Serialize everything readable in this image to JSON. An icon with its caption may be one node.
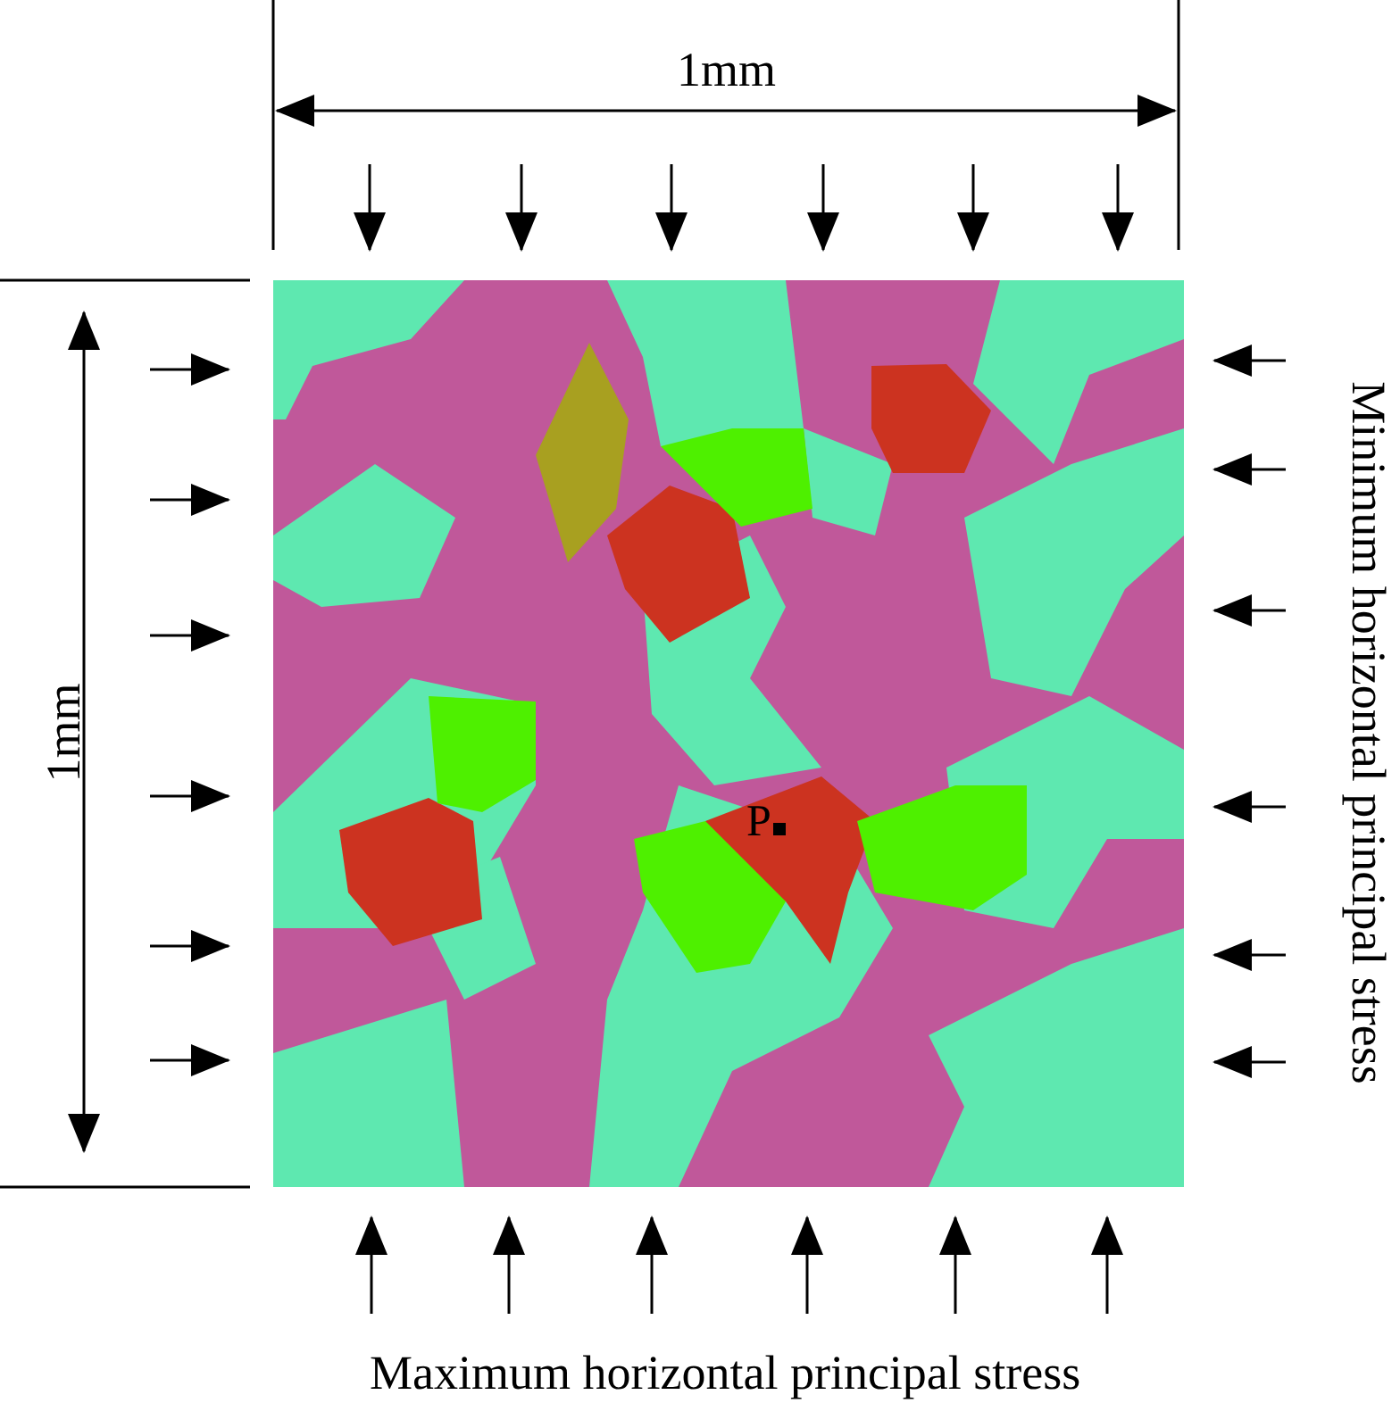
{
  "diagram": {
    "labels": [
      "1mm",
      "1mm",
      "Minimum horizontal principal stress",
      "P",
      "Maximum horizontal principal stress"
    ]
  }
}
